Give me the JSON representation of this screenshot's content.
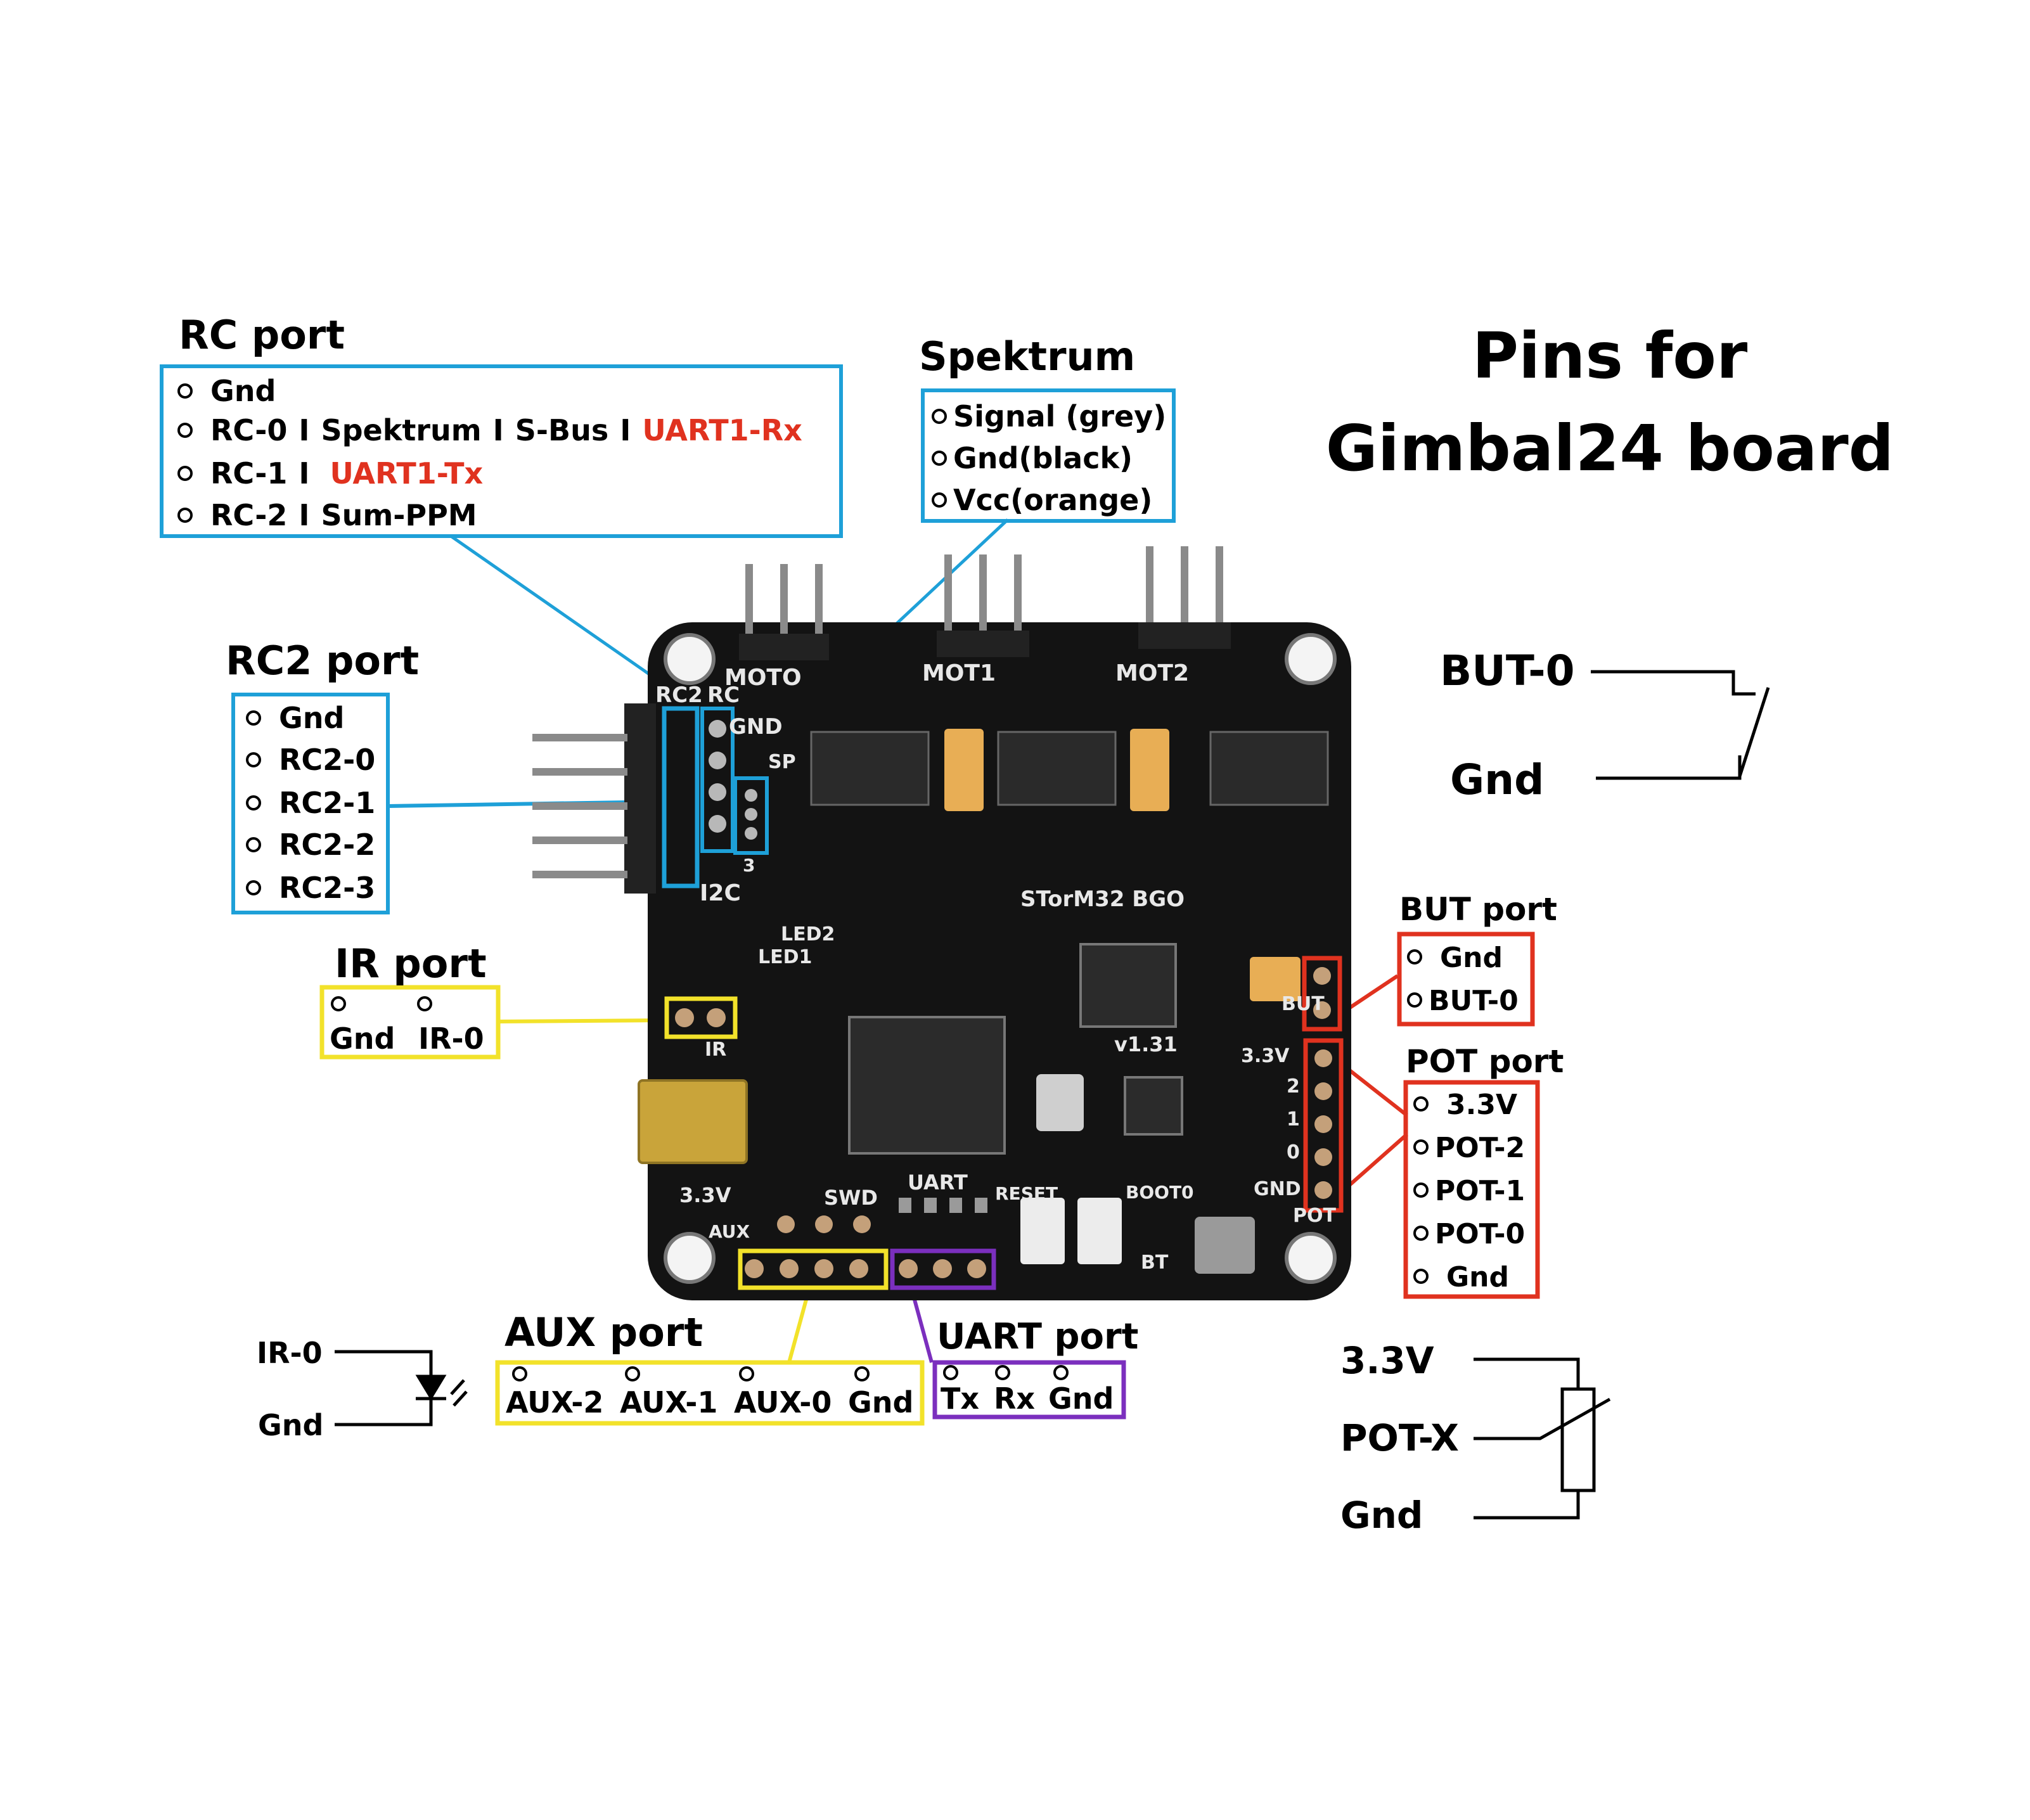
{
  "title": {
    "line1": "Pins for",
    "line2": "Gimbal24 board"
  },
  "colors": {
    "rc": "#1ea0d8",
    "rc2": "#1ea0d8",
    "spektrum": "#1ea0d8",
    "ir": "#f2e22a",
    "aux": "#f2e22a",
    "uart": "#7b2fbe",
    "but": "#e0321f",
    "pot": "#e0321f",
    "board": "#131313"
  },
  "rc_port": {
    "header": "RC port",
    "pins": [
      {
        "parts": [
          "Gnd"
        ],
        "highlight": ""
      },
      {
        "parts": [
          "RC-0",
          "I",
          "Spektrum",
          "I",
          "S-Bus",
          "I"
        ],
        "highlight": "UART1-Rx"
      },
      {
        "parts": [
          "RC-1",
          "I"
        ],
        "highlight": "UART1-Tx"
      },
      {
        "parts": [
          "RC-2",
          "I",
          "Sum-PPM"
        ],
        "highlight": ""
      }
    ]
  },
  "spektrum": {
    "header": "Spektrum",
    "pins": [
      "Signal (grey)",
      "Gnd(black)",
      "Vcc(orange)"
    ]
  },
  "rc2_port": {
    "header": "RC2 port",
    "pins": [
      "Gnd",
      "RC2-0",
      "RC2-1",
      "RC2-2",
      "RC2-3"
    ]
  },
  "ir_port": {
    "header": "IR port",
    "pins": [
      "Gnd",
      "IR-0"
    ]
  },
  "aux_port": {
    "header": "AUX port",
    "pins": [
      "AUX-2",
      "AUX-1",
      "AUX-0",
      "Gnd"
    ]
  },
  "uart_port": {
    "header": "UART port",
    "pins": [
      "Tx",
      "Rx",
      "Gnd"
    ]
  },
  "but_port": {
    "header": "BUT port",
    "pins": [
      "Gnd",
      "BUT-0"
    ]
  },
  "pot_port": {
    "header": "POT port",
    "pins": [
      "3.3V",
      "POT-2",
      "POT-1",
      "POT-0",
      "Gnd"
    ]
  },
  "button_symbol": {
    "top": "BUT-0",
    "bottom": "Gnd"
  },
  "pot_symbol": {
    "top": "3.3V",
    "middle": "POT-X",
    "bottom": "Gnd"
  },
  "ir_symbol": {
    "top": "IR-0",
    "bottom": "Gnd"
  },
  "board_silk": {
    "moto": "MOTO",
    "mot1": "MOT1",
    "mot2": "MOT2",
    "rc2": "RC2",
    "rc": "RC",
    "gnd": "GND",
    "sp": "SP",
    "sp_num": "3",
    "i2c": "I2C",
    "led2": "LED2",
    "led1": "LED1",
    "ir": "IR",
    "name": "STorM32 BGO",
    "version": "v1.31",
    "v33_left": "3.3V",
    "swd": "SWD",
    "uart": "UART",
    "aux": "AUX",
    "reset": "RESET",
    "boot0": "BOOT0",
    "bt": "BT",
    "but": "BUT",
    "v33_right": "3.3V",
    "gnd_right": "GND",
    "pot": "POT",
    "pot_nums": [
      "2",
      "1",
      "0"
    ]
  }
}
